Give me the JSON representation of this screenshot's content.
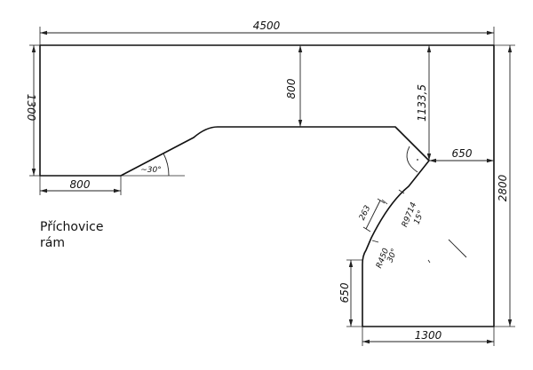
{
  "note": {
    "line1": "Příchovice",
    "line2": "rám"
  },
  "dimensions": {
    "total_width": "4500",
    "left_height": "1300",
    "center_depth": "800",
    "right_depth": "1133,5",
    "total_height": "2800",
    "bottom_left_width": "800",
    "angle": "~30°",
    "right_offset": "650",
    "bottom_width": "1300",
    "bottom_height": "650",
    "segment": "263",
    "radius_upper": "R9714",
    "angle_upper": "15°",
    "radius_lower": "R450",
    "angle_lower": "30°"
  }
}
